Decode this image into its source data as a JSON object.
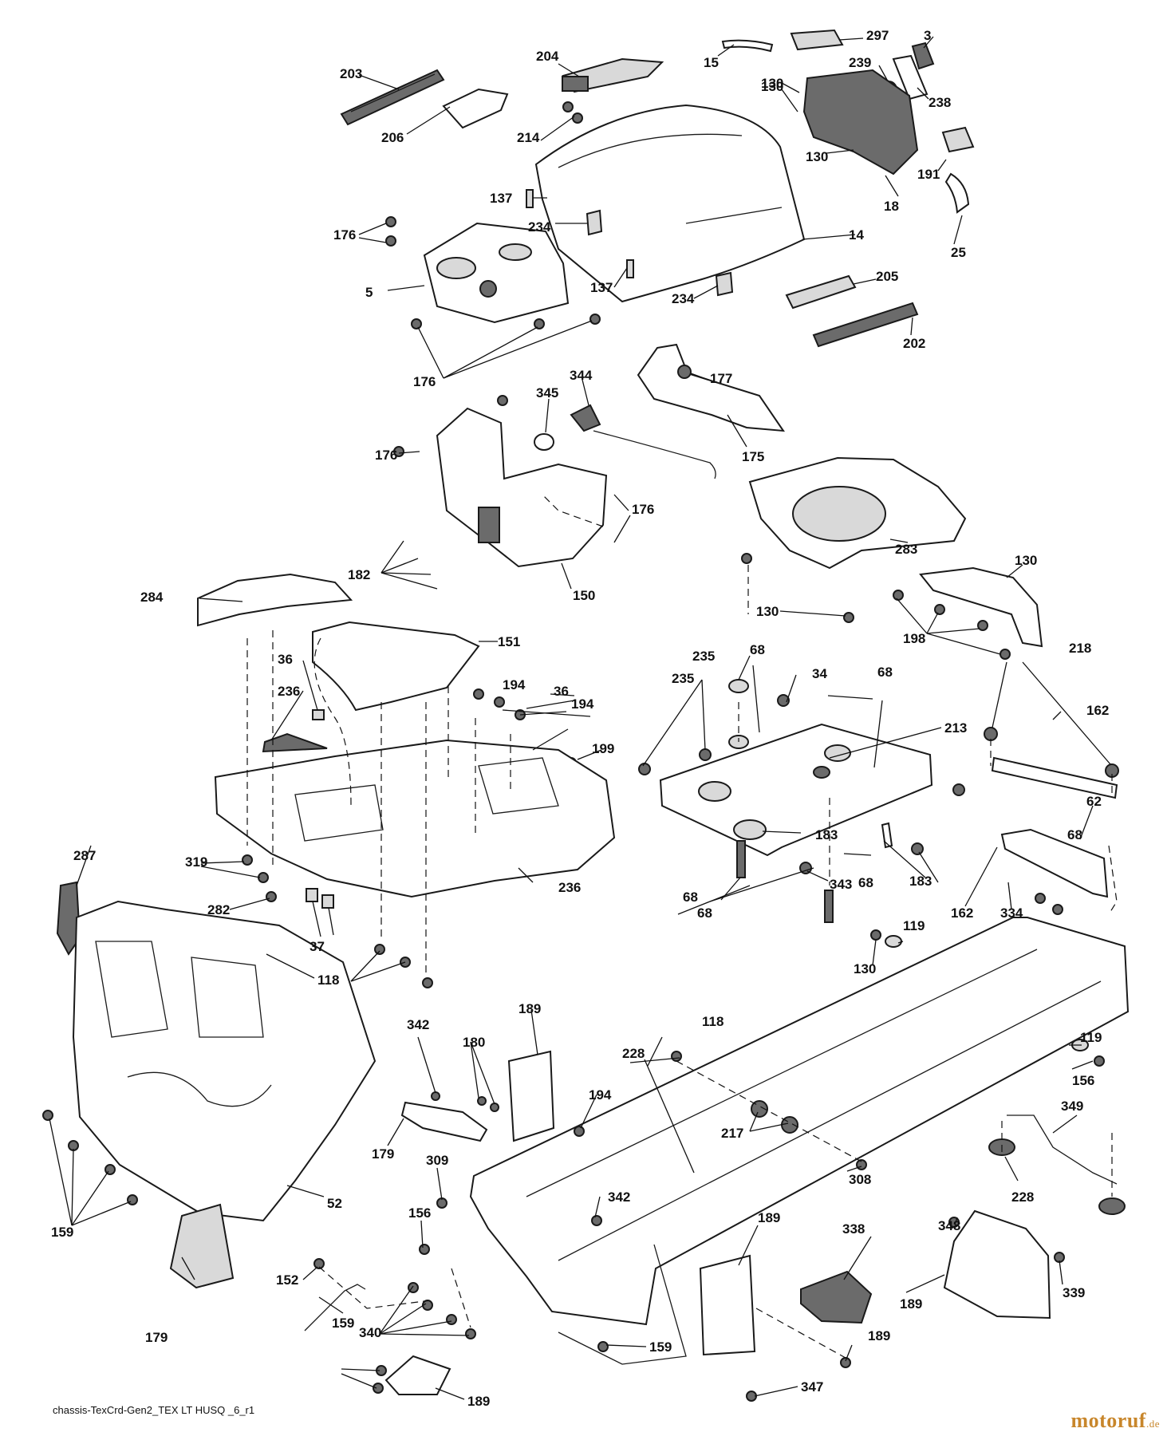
{
  "diagram": {
    "caption": "chassis-TexCrd-Gen2_TEX LT HUSQ _6_r1",
    "watermark": {
      "brand": "motoruf",
      "suffix": ".de",
      "color": "#c8862b"
    },
    "callouts": [
      "203",
      "204",
      "15",
      "297",
      "3",
      "239",
      "238",
      "130",
      "130",
      "130",
      "206",
      "214",
      "191",
      "18",
      "25",
      "137",
      "234",
      "176",
      "5",
      "137",
      "234",
      "14",
      "205",
      "202",
      "176",
      "344",
      "345",
      "177",
      "175",
      "176",
      "176",
      "182",
      "150",
      "283",
      "284",
      "151",
      "130",
      "130",
      "198",
      "36",
      "194",
      "36",
      "194",
      "199",
      "236",
      "235",
      "68",
      "34",
      "68",
      "235",
      "213",
      "218",
      "162",
      "319",
      "287",
      "282",
      "37",
      "236",
      "68",
      "183",
      "68",
      "343",
      "183",
      "68",
      "334",
      "68",
      "62",
      "162",
      "118",
      "119",
      "130",
      "342",
      "189",
      "180",
      "228",
      "118",
      "119",
      "156",
      "194",
      "217",
      "349",
      "179",
      "309",
      "52",
      "228",
      "308",
      "159",
      "156",
      "342",
      "189",
      "348",
      "338",
      "152",
      "189",
      "339",
      "159",
      "340",
      "179",
      "159",
      "189",
      "347",
      "189"
    ]
  }
}
